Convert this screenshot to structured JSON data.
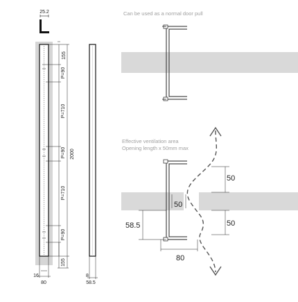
{
  "notes": {
    "door_pull": "Can be used as a normal door pull",
    "ventilation_line1": "Effective ventilation area",
    "ventilation_line2": "Opening length x 50mm max"
  },
  "dims": {
    "d25_2": "25.2",
    "d155_top": "155",
    "p90_top": "P=90",
    "p710_top": "P=710",
    "p90_mid": "P=90",
    "d2000": "2000",
    "p710_bot": "P=710",
    "p90_bot": "P=90",
    "d155_bot": "155",
    "d16": "16",
    "d80_left": "80",
    "d8": "8",
    "d58_5_side": "58.5",
    "d50_top": "50",
    "d50_center": "50",
    "d50_bottom": "50",
    "d58_5_detail": "58.5",
    "d80_detail": "80"
  }
}
